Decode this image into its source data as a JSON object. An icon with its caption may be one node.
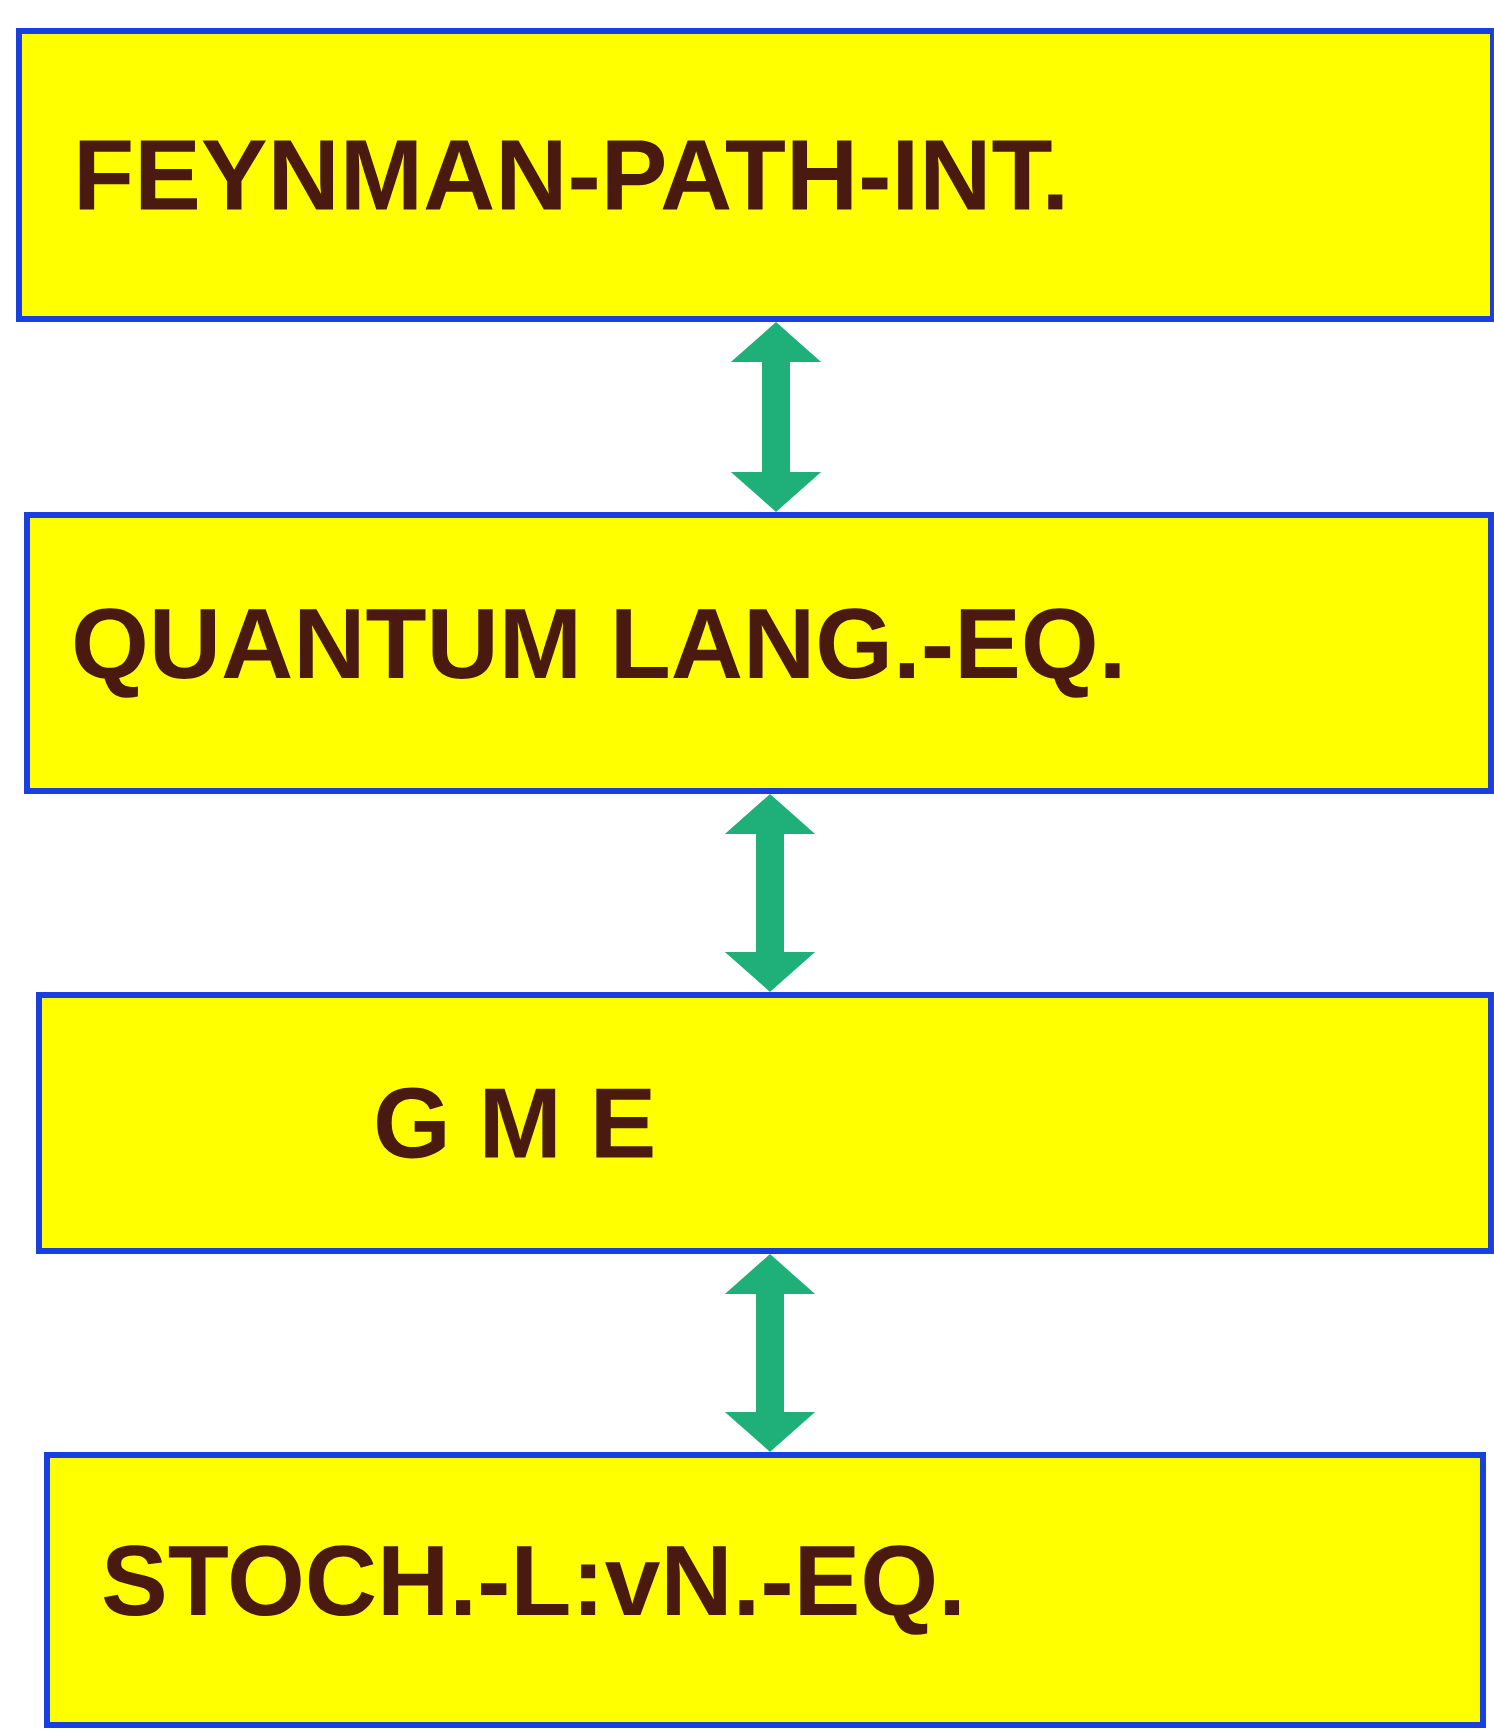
{
  "diagram": {
    "nodes": [
      {
        "text": [
          "FEYNMAN-PATH-INT."
        ]
      },
      {
        "text": [
          "QUANTUM LANG.-EQ."
        ]
      },
      {
        "text": [
          "G M E"
        ]
      },
      {
        "text": [
          "STOCH.-L:vN.-EQ."
        ]
      }
    ],
    "edges": [
      {
        "from": 0,
        "to": 1,
        "arrow": "both"
      },
      {
        "from": 1,
        "to": 2,
        "arrow": "both"
      },
      {
        "from": 2,
        "to": 3,
        "arrow": "both"
      }
    ]
  }
}
